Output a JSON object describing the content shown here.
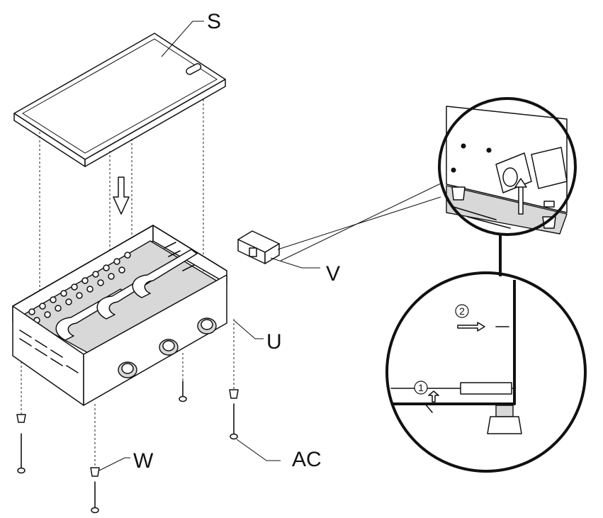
{
  "labels": {
    "S": "S",
    "V": "V",
    "U": "U",
    "W": "W",
    "AC": "AC"
  },
  "steps": {
    "one": "1",
    "two": "2"
  }
}
